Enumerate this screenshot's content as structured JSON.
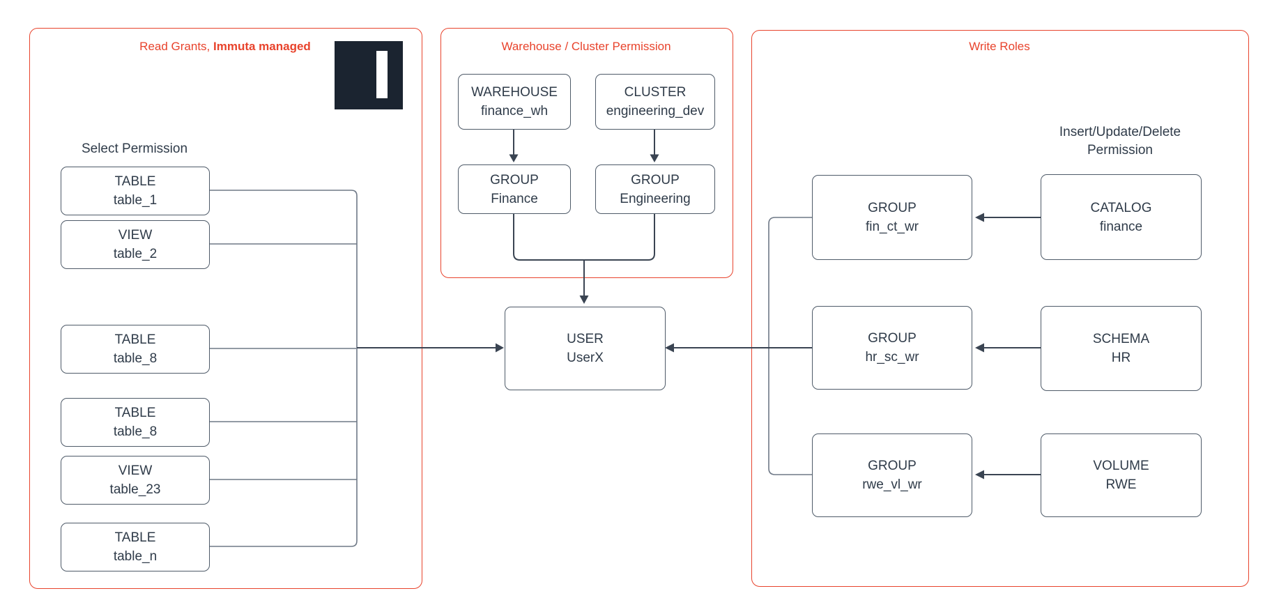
{
  "sections": {
    "read_grants": {
      "title_regular": "Read Grants, ",
      "title_bold": "Immuta managed",
      "subtitle": "Select Permission",
      "nodes": [
        {
          "type": "TABLE",
          "name": "table_1"
        },
        {
          "type": "VIEW",
          "name": "table_2"
        },
        {
          "type": "TABLE",
          "name": "table_8"
        },
        {
          "type": "TABLE",
          "name": "table_8"
        },
        {
          "type": "VIEW",
          "name": "table_23"
        },
        {
          "type": "TABLE",
          "name": "table_n"
        }
      ]
    },
    "warehouse_cluster": {
      "title": "Warehouse / Cluster Permission",
      "nodes": [
        {
          "type": "WAREHOUSE",
          "name": "finance_wh"
        },
        {
          "type": "CLUSTER",
          "name": "engineering_dev"
        },
        {
          "type": "GROUP",
          "name": "Finance"
        },
        {
          "type": "GROUP",
          "name": "Engineering"
        }
      ]
    },
    "write_roles": {
      "title": "Write Roles",
      "permission_label_line1": "Insert/Update/Delete",
      "permission_label_line2": "Permission",
      "groups": [
        {
          "type": "GROUP",
          "name": "fin_ct_wr"
        },
        {
          "type": "GROUP",
          "name": "hr_sc_wr"
        },
        {
          "type": "GROUP",
          "name": "rwe_vl_wr"
        }
      ],
      "sources": [
        {
          "type": "CATALOG",
          "name": "finance"
        },
        {
          "type": "SCHEMA",
          "name": "HR"
        },
        {
          "type": "VOLUME",
          "name": "RWE"
        }
      ]
    }
  },
  "user_node": {
    "type": "USER",
    "name": "UserX"
  },
  "colors": {
    "accent_red": "#e8432c",
    "node_text": "#2f3b49",
    "node_border": "#4e5a68",
    "arrow_dark": "#3a4452",
    "connector_gray": "#6e7886",
    "logo_background": "#1b2430"
  }
}
